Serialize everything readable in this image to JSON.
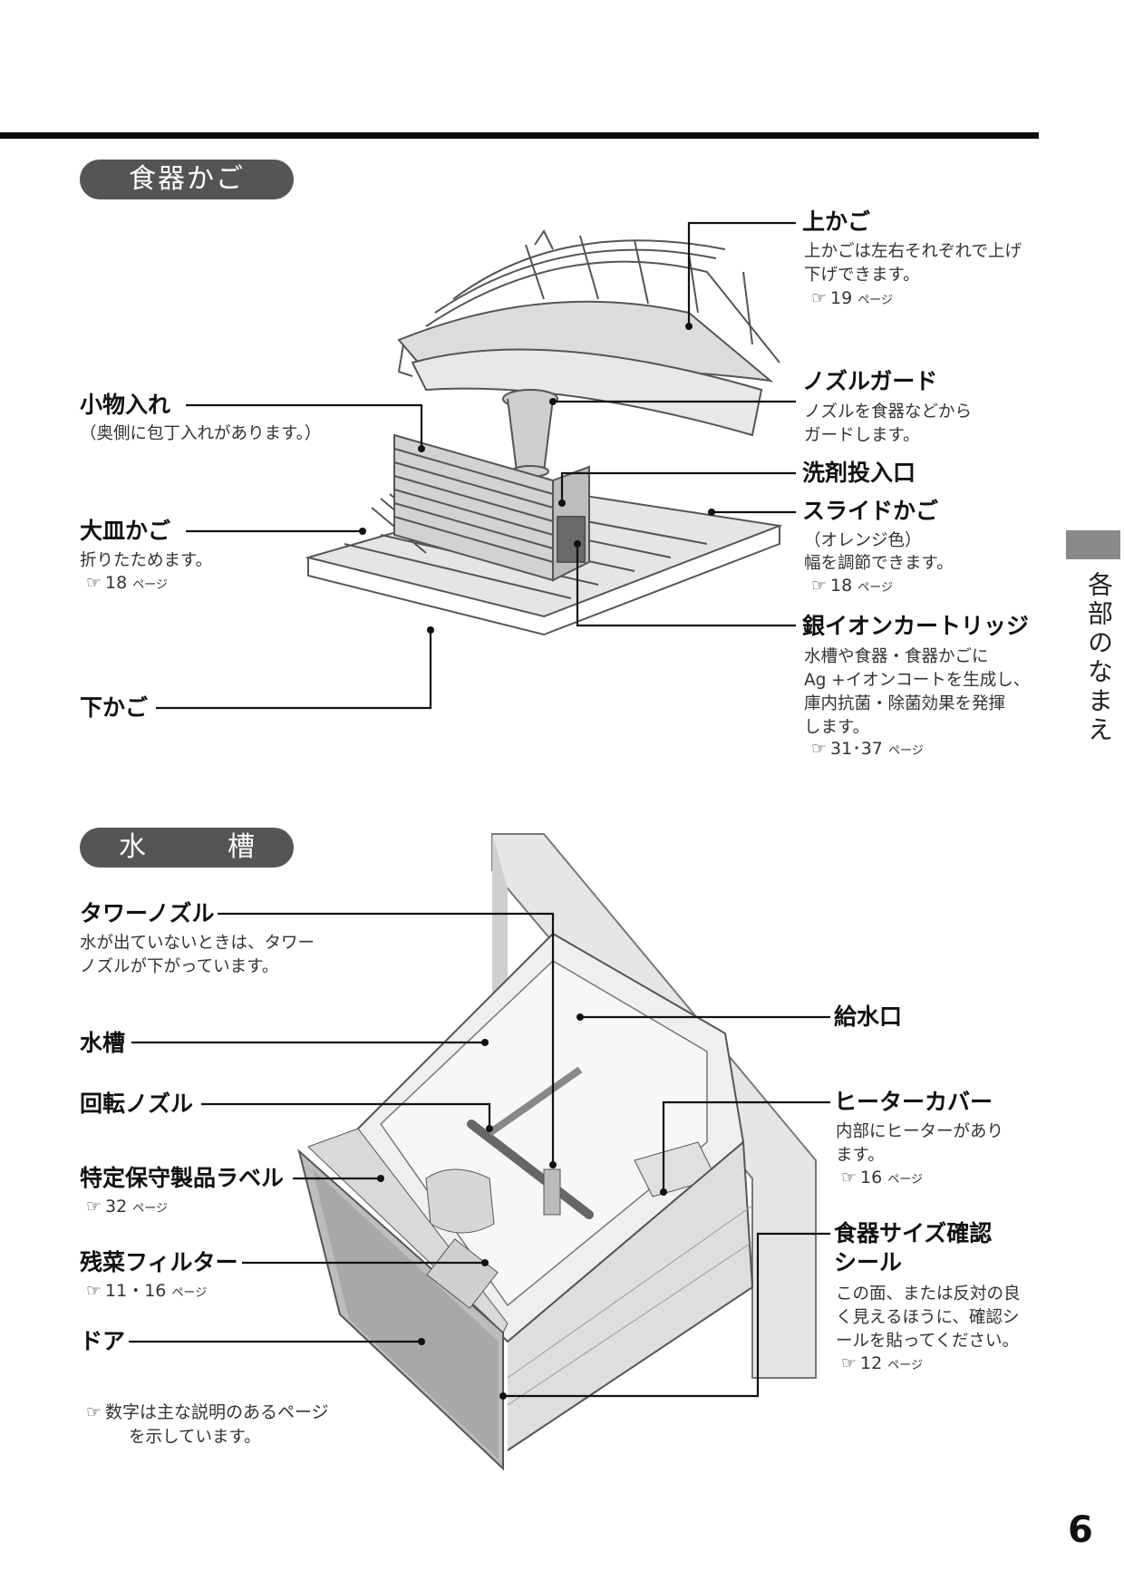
{
  "sections": {
    "basket_title": "食器かご",
    "tank_title": "水　槽"
  },
  "side_tab": {
    "text": "各部のなまえ"
  },
  "page_number": "6",
  "basket": {
    "upper_basket": {
      "label": "上かご",
      "desc1": "上かごは左右それぞれで上げ",
      "desc2": "下げできます。",
      "ref": "19",
      "ref_unit": "ページ"
    },
    "nozzle_guard": {
      "label": "ノズルガード",
      "desc1": "ノズルを食器などから",
      "desc2": "ガードします。"
    },
    "detergent_inlet": {
      "label": "洗剤投入口"
    },
    "slide_basket": {
      "label": "スライドかご",
      "desc1": "（オレンジ色）",
      "desc2": "幅を調節できます。",
      "ref": "18",
      "ref_unit": "ページ"
    },
    "silver_ion": {
      "label": "銀イオンカートリッジ",
      "desc1": "水槽や食器・食器かごに",
      "desc2": "Ag +イオンコートを生成し、",
      "desc3": "庫内抗菌・除菌効果を発揮",
      "desc4": "します。",
      "ref": "31･37",
      "ref_unit": "ページ"
    },
    "small_items": {
      "label": "小物入れ",
      "desc1": "（奥側に包丁入れがあります。）"
    },
    "large_plate": {
      "label": "大皿かご",
      "desc1": "折りたためます。",
      "ref": "18",
      "ref_unit": "ページ"
    },
    "lower_basket": {
      "label": "下かご"
    }
  },
  "tank": {
    "tower_nozzle": {
      "label": "タワーノズル",
      "desc1": "水が出ていないときは、タワー",
      "desc2": "ノズルが下がっています。"
    },
    "water_tank": {
      "label": "水槽"
    },
    "rotary_nozzle": {
      "label": "回転ノズル"
    },
    "maintenance_label": {
      "label": "特定保守製品ラベル",
      "ref": "32",
      "ref_unit": "ページ"
    },
    "filter": {
      "label": "残菜フィルター",
      "ref": "11・16",
      "ref_unit": "ページ"
    },
    "door": {
      "label": "ドア"
    },
    "water_inlet": {
      "label": "給水口"
    },
    "heater_cover": {
      "label": "ヒーターカバー",
      "desc1": "内部にヒーターがあり",
      "desc2": "ます。",
      "ref": "16",
      "ref_unit": "ページ"
    },
    "size_seal": {
      "label1": "食器サイズ確認",
      "label2": "シール",
      "desc1": "この面、または反対の良",
      "desc2": "く見えるほうに、確認シ",
      "desc3": "ールを貼ってください。",
      "ref": "12",
      "ref_unit": "ページ"
    },
    "footnote": {
      "line1": "数字は主な説明のあるページ",
      "line2": "を示しています。"
    }
  },
  "colors": {
    "rule": "#0d0d0d",
    "pill": "#555555",
    "side_tab": "#8a8a8a"
  }
}
